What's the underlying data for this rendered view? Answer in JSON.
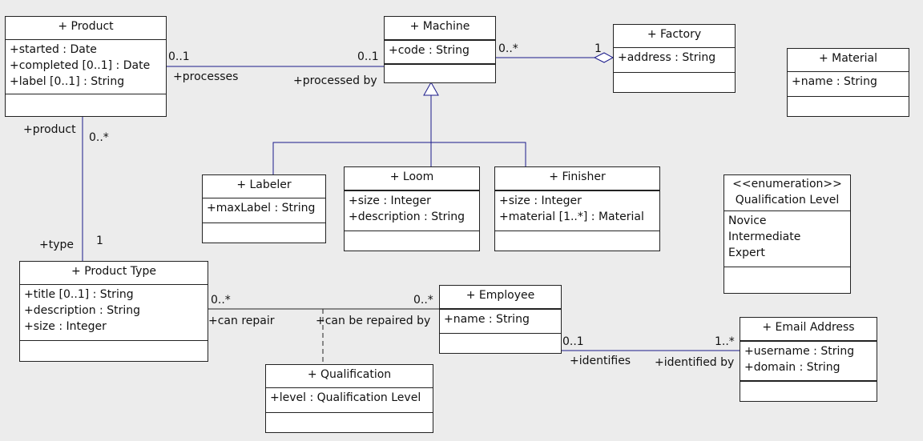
{
  "classes": {
    "product": {
      "title": "+ Product",
      "attrs": [
        "+started : Date",
        "+completed [0..1] : Date",
        "+label [0..1] : String"
      ]
    },
    "machine": {
      "title": "+ Machine",
      "attrs": [
        "+code : String"
      ]
    },
    "factory": {
      "title": "+ Factory",
      "attrs": [
        "+address : String"
      ]
    },
    "material": {
      "title": "+ Material",
      "attrs": [
        "+name : String"
      ]
    },
    "labeler": {
      "title": "+ Labeler",
      "attrs": [
        "+maxLabel : String"
      ]
    },
    "loom": {
      "title": "+ Loom",
      "attrs": [
        "+size : Integer",
        "+description : String"
      ]
    },
    "finisher": {
      "title": "+ Finisher",
      "attrs": [
        "+size : Integer",
        "+material [1..*] : Material"
      ]
    },
    "product_type": {
      "title": "+ Product Type",
      "attrs": [
        "+title [0..1] : String",
        "+description : String",
        "+size : Integer"
      ]
    },
    "employee": {
      "title": "+ Employee",
      "attrs": [
        "+name : String"
      ]
    },
    "qualification": {
      "title": "+ Qualification",
      "attrs": [
        "+level : Qualification Level"
      ]
    },
    "email_address": {
      "title": "+ Email Address",
      "attrs": [
        "+username : String",
        "+domain : String"
      ]
    }
  },
  "enumeration": {
    "stereotype": "<<enumeration>>",
    "name": "Qualification Level",
    "literals": [
      "Novice",
      "Intermediate",
      "Expert"
    ]
  },
  "labels": {
    "prod_mach_mult_a": "0..1",
    "prod_mach_role_a": "+processes",
    "prod_mach_mult_b": "0..1",
    "prod_mach_role_b": "+processed by",
    "mach_fact_mult_a": "0..*",
    "mach_fact_mult_b": "1",
    "prod_type_role_a": "+product",
    "prod_type_mult_a": "0..*",
    "prod_type_role_b": "+type",
    "prod_type_mult_b": "1",
    "pt_emp_mult_a": "0..*",
    "pt_emp_role_a": "+can repair",
    "pt_emp_mult_b": "0..*",
    "pt_emp_role_b": "+can be repaired by",
    "emp_email_mult_a": "0..1",
    "emp_email_role_a": "+identifies",
    "emp_email_mult_b": "1..*",
    "emp_email_role_b": "+identified by"
  },
  "colors": {
    "line": "#1a1a8a",
    "box_border": "#222222",
    "background": "#ececec"
  }
}
